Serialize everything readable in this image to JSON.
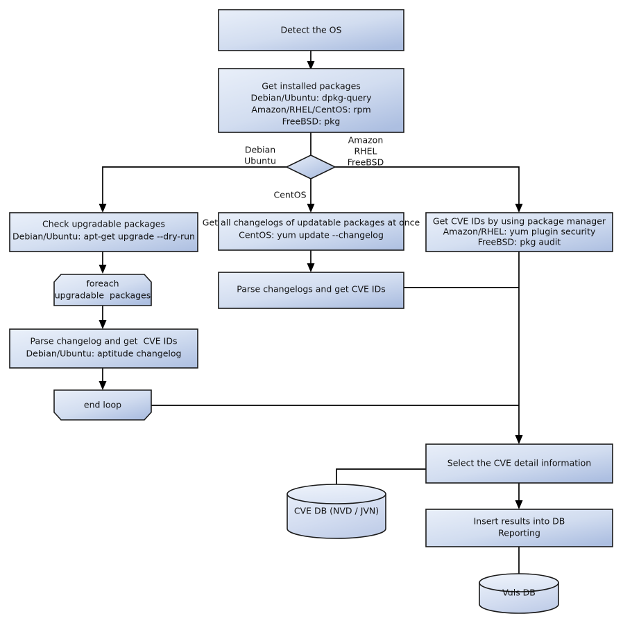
{
  "diagram": {
    "title": "Vuls scan flow",
    "background_color": "#ffffff",
    "node_fill_start": "#e8eef9",
    "node_fill_end": "#aebfe0",
    "node_stroke": "#1a1a1a",
    "edge_color": "#000000",
    "text_color": "#111111"
  },
  "nodes": {
    "detect_os": {
      "label": "Detect the OS",
      "lines": [
        "Detect the OS"
      ],
      "shape": "rectangle"
    },
    "get_installed_packages": {
      "lines": [
        "Get installed packages",
        "Debian/Ubuntu: dpkg-query",
        "Amazon/RHEL/CentOS: rpm",
        "FreeBSD: pkg"
      ],
      "shape": "rectangle"
    },
    "os_decision": {
      "label": "",
      "shape": "diamond"
    },
    "check_upgradable": {
      "lines": [
        "Check upgradable packages",
        "Debian/Ubuntu: apt-get upgrade --dry-run"
      ],
      "shape": "rectangle"
    },
    "get_all_changelogs": {
      "lines": [
        "Get all changelogs of updatable packages at once",
        "CentOS: yum update --changelog"
      ],
      "shape": "rectangle"
    },
    "get_cve_ids_pkg_manager": {
      "lines": [
        "Get CVE IDs by using package manager",
        "Amazon/RHEL: yum plugin security",
        "FreeBSD: pkg audit"
      ],
      "shape": "rectangle"
    },
    "foreach_loop_start": {
      "lines": [
        "foreach",
        "upgradable  packages"
      ],
      "shape": "loop-start"
    },
    "parse_changelog_single": {
      "lines": [
        "Parse changelog and get  CVE IDs",
        "Debian/Ubuntu: aptitude changelog"
      ],
      "shape": "rectangle"
    },
    "end_loop": {
      "lines": [
        "end loop"
      ],
      "shape": "loop-end"
    },
    "parse_changelogs_all": {
      "lines": [
        "Parse changelogs and get CVE IDs"
      ],
      "shape": "rectangle"
    },
    "select_cve_detail": {
      "lines": [
        "Select the CVE detail information"
      ],
      "shape": "rectangle"
    },
    "insert_results": {
      "lines": [
        "Insert results into DB",
        "Reporting"
      ],
      "shape": "rectangle"
    },
    "cve_db": {
      "lines": [
        "CVE DB (NVD / JVN)"
      ],
      "shape": "cylinder"
    },
    "vuls_db": {
      "lines": [
        "Vuls DB"
      ],
      "shape": "cylinder"
    }
  },
  "edge_labels": {
    "debian_branch": [
      "Debian",
      "Ubuntu"
    ],
    "amazon_branch": [
      "Amazon",
      "RHEL",
      "FreeBSD"
    ],
    "centos_branch": [
      "CentOS"
    ]
  }
}
